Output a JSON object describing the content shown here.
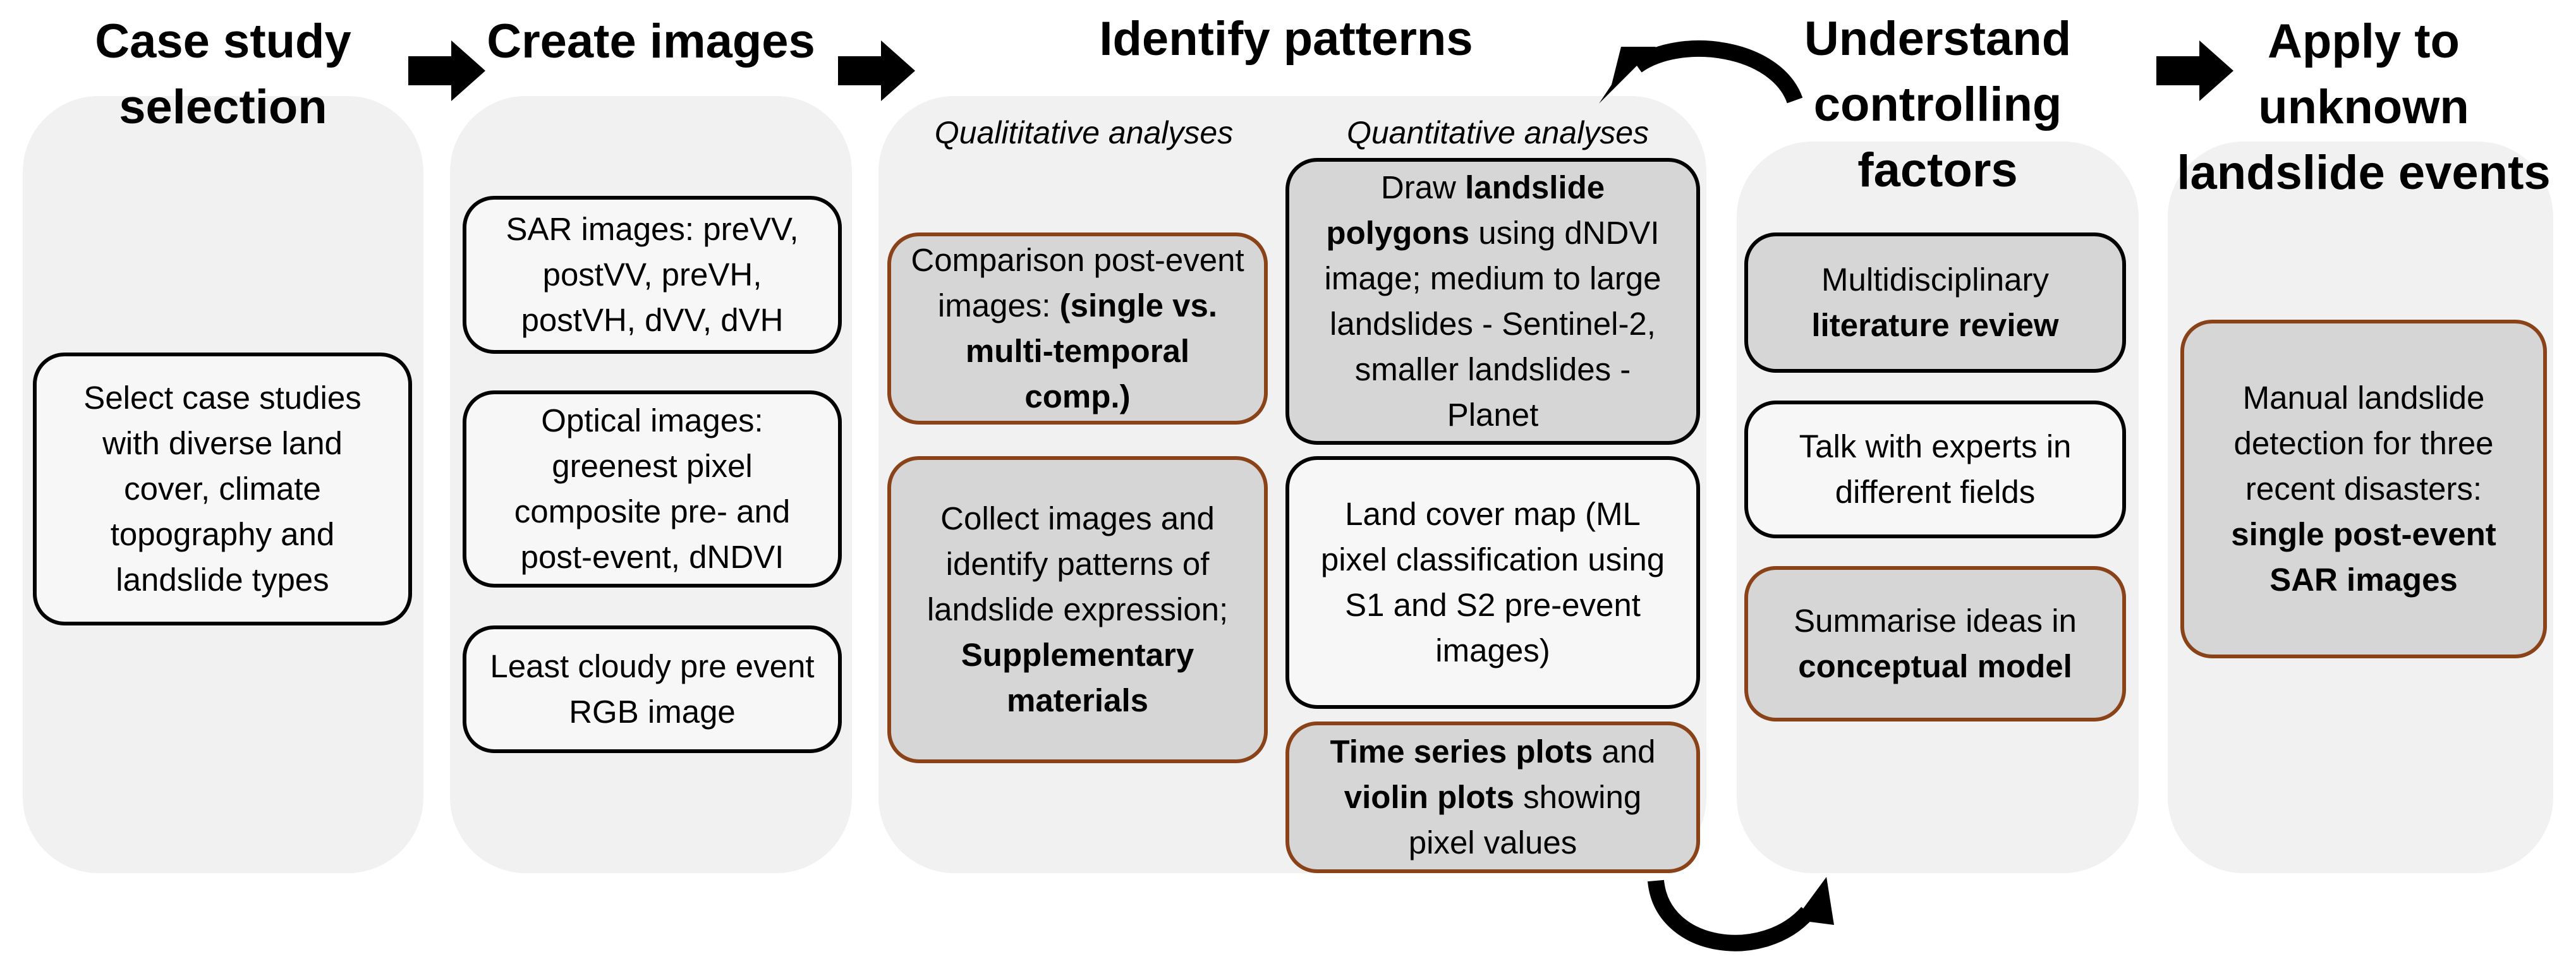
{
  "columns": {
    "case_study": {
      "title_1": "Case study",
      "title_2": "selection",
      "box1": "Select case studies with diverse land cover, climate topography and landslide types"
    },
    "create_images": {
      "title": "Create images",
      "box1": "SAR images: preVV, postVV, preVH, postVH, dVV, dVH",
      "box2": "Optical images: greenest pixel composite pre- and post-event, dNDVI",
      "box3": "Least cloudy pre event RGB image"
    },
    "identify_patterns": {
      "title": "Identify patterns",
      "qual_heading": "Qualititative analyses",
      "quant_heading": "Quantitative analyses",
      "qual_box1_text": "Comparison post-event images:",
      "qual_box1_bold": "(single vs. multi-temporal comp.)",
      "qual_box2_text": "Collect images and identify patterns of landslide expression;",
      "qual_box2_bold": "Supplementary materials",
      "quant_box1_a": "Draw",
      "quant_box1_bold": "landslide polygons",
      "quant_box1_b": "using dNDVI image; medium to large landslides - Sentinel-2, smaller landslides - Planet",
      "quant_box2": "Land cover map (ML pixel classification using S1 and S2 pre-event images)",
      "quant_box3_bold1": "Time series plots",
      "quant_box3_a": "and",
      "quant_box3_bold2": "violin plots",
      "quant_box3_b": "showing pixel values"
    },
    "controlling_factors": {
      "title_1": "Understand",
      "title_2": "controlling",
      "title_3": "factors",
      "box1_text": "Multidisciplinary",
      "box1_bold": "literature review",
      "box2": "Talk with experts in different fields",
      "box3_text": "Summarise ideas in",
      "box3_bold": "conceptual model"
    },
    "apply": {
      "title_1": "Apply to",
      "title_2": "unknown",
      "title_3": "landslide events",
      "box1_text": "Manual landslide detection for three recent disasters:",
      "box1_bold": "single post-event SAR images"
    }
  },
  "colors": {
    "column_bg": "#f1f1f1",
    "box_plain": "#f7f7f7",
    "box_dark": "#d6d6d6",
    "border_black": "#000000",
    "border_brown": "#8a4218"
  },
  "icons": [
    "right-arrow-icon",
    "curved-arrow-icon"
  ]
}
